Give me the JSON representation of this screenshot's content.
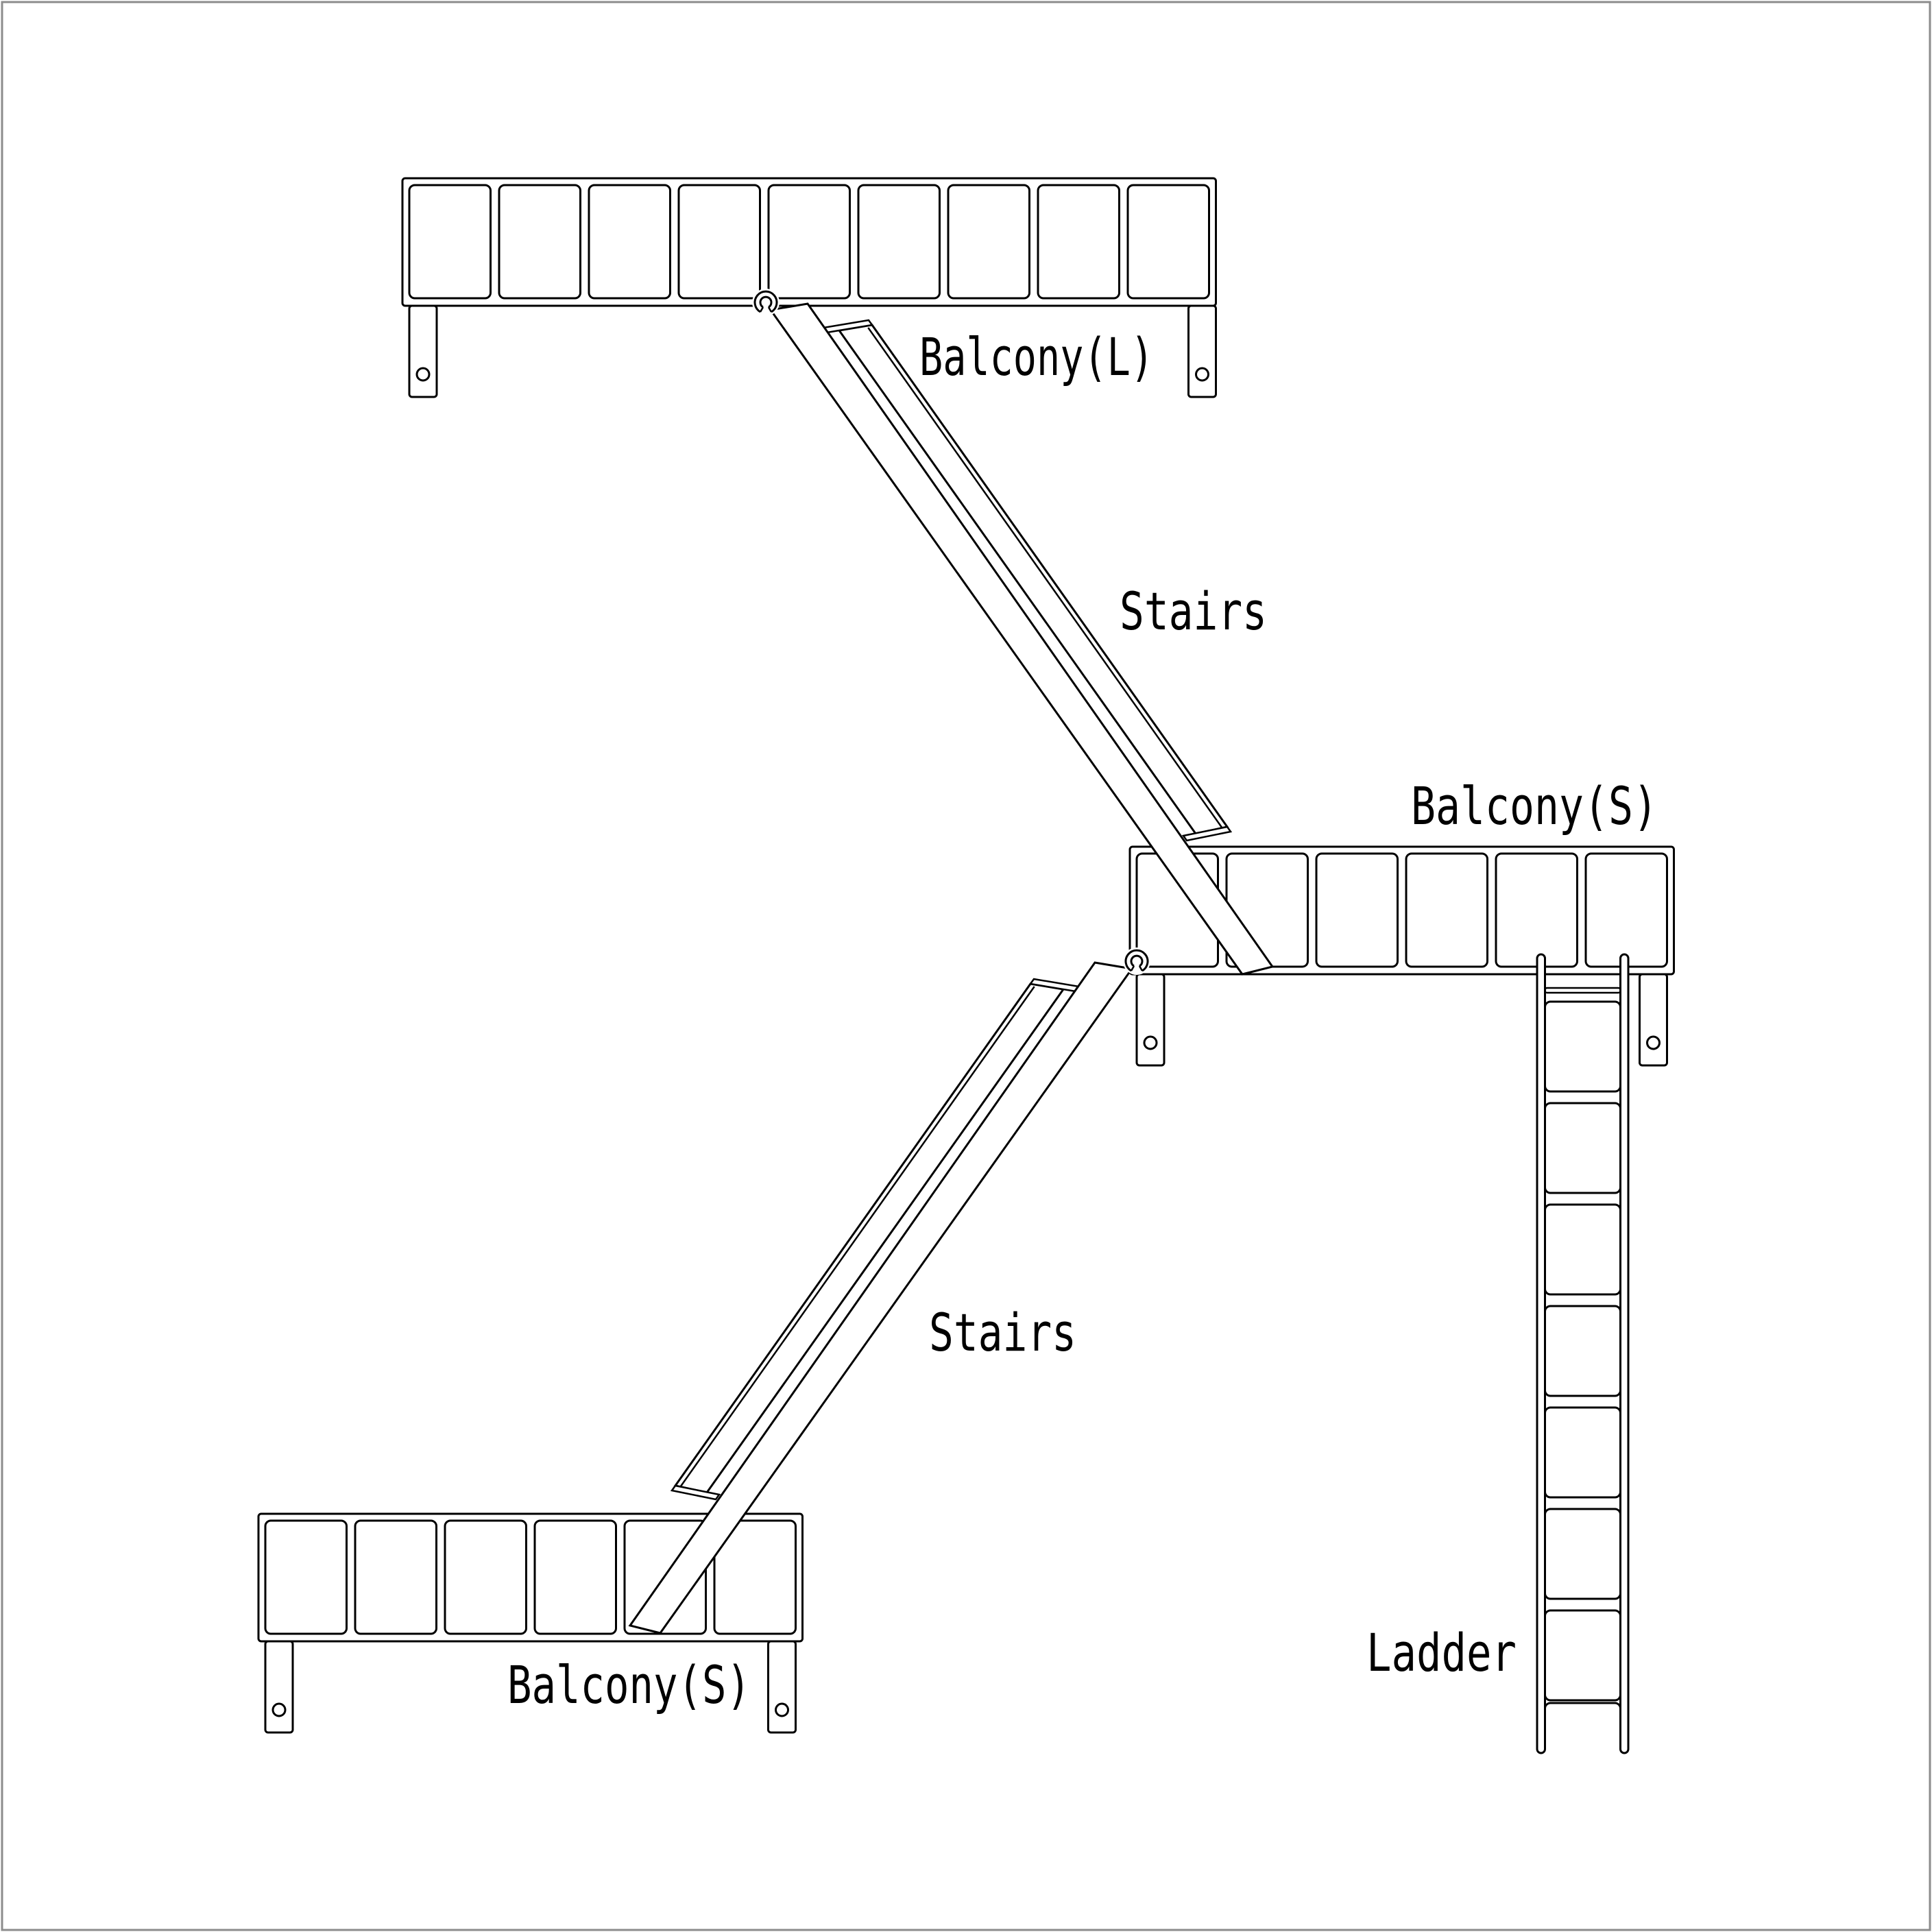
{
  "drawing": {
    "type": "fire-escape parts diagram",
    "background": "#ffffff"
  },
  "labels": {
    "balcony_large": "Balcony(L)",
    "stairs_upper": "Stairs",
    "balcony_small_mid": "Balcony(S)",
    "stairs_lower": "Stairs",
    "balcony_small_bottom": "Balcony(S)",
    "ladder": "Ladder"
  },
  "components": {
    "balcony_large": {
      "panels": 9,
      "mounting_legs": 2,
      "bolt_holes": 2
    },
    "balcony_small_mid": {
      "panels": 6,
      "mounting_legs": 2,
      "bolt_holes": 2
    },
    "balcony_small_bottom": {
      "panels": 6,
      "mounting_legs": 2,
      "bolt_holes": 2
    },
    "stairs": {
      "count": 2,
      "stringers_per_stair": 2,
      "hooks_per_stair": 1
    },
    "ladder": {
      "rails": 2,
      "square_rungs": 7,
      "cross_bars": 2
    }
  },
  "colors": {
    "ink": "#000000",
    "background": "#ffffff",
    "page_border": "#8c8c8c"
  }
}
